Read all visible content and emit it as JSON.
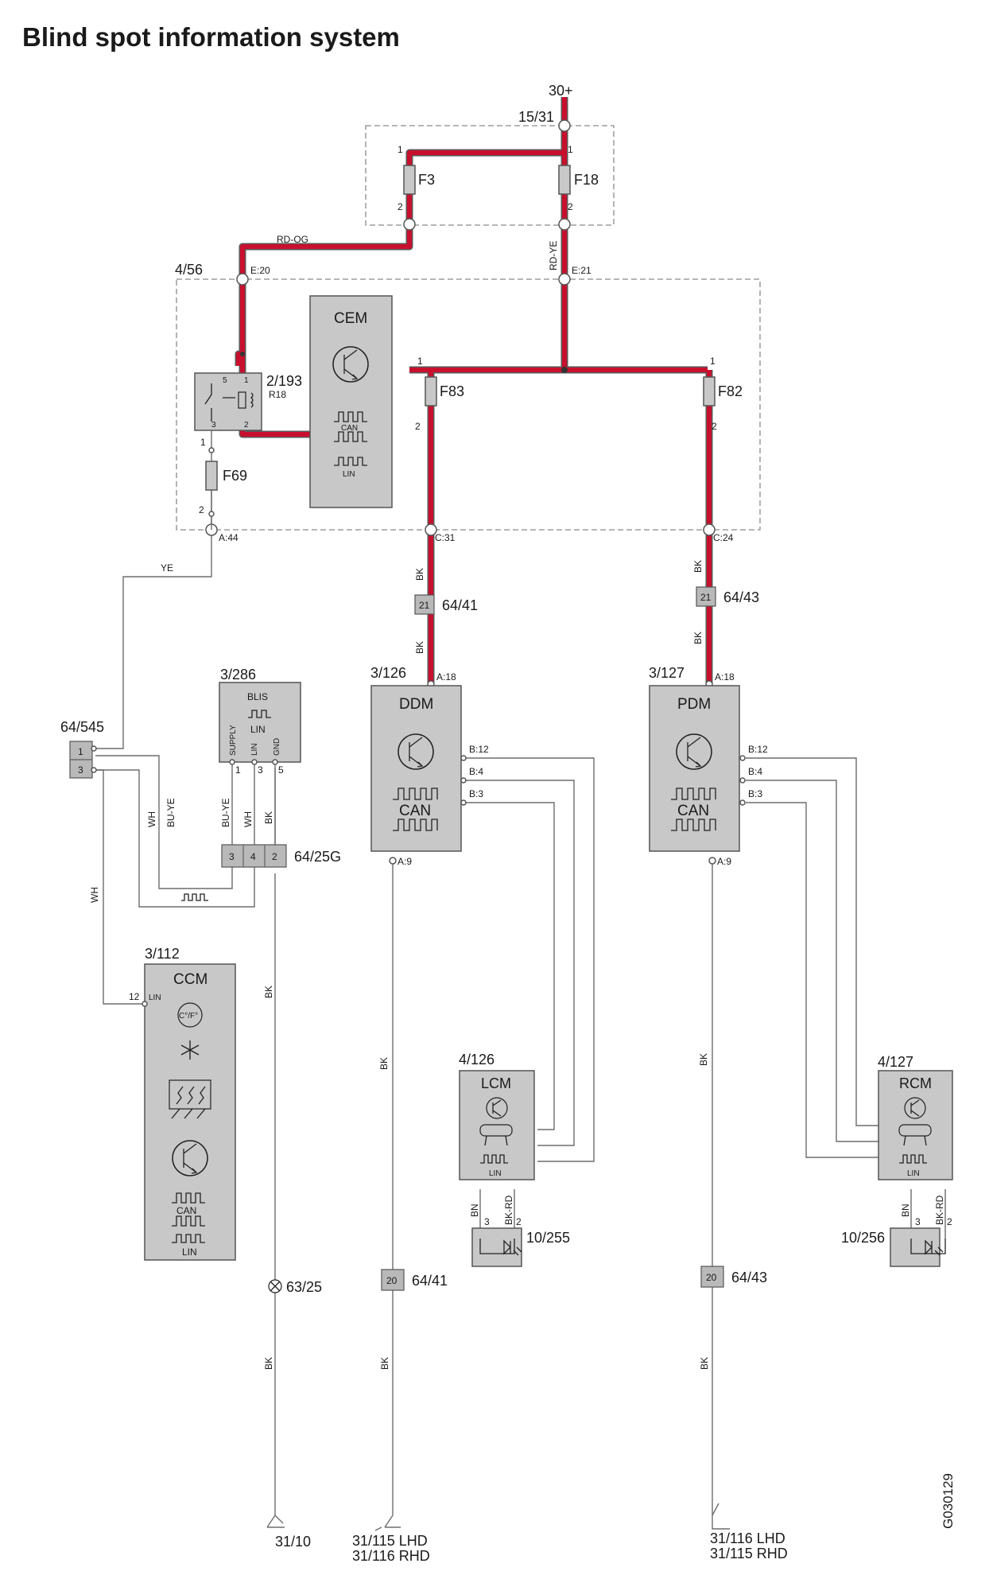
{
  "title": "Blind spot information system",
  "figure_id": "G030129",
  "supply": "30+",
  "connectors": {
    "c1531": "15/31",
    "c456": "4/56",
    "c2193": "2/193",
    "r18": "R18",
    "c3286": "3/286",
    "c64545": "64/545",
    "c6425g": "64/25G",
    "c3112": "3/112",
    "c3126": "3/126",
    "c3127": "3/127",
    "c4126": "4/126",
    "c4127": "4/127",
    "c10255": "10/255",
    "c10256": "10/256",
    "c6325": "63/25",
    "c6441a": "64/41",
    "c6443a": "64/43",
    "c6441b": "64/41",
    "c6443b": "64/43"
  },
  "fuses": {
    "f3": "F3",
    "f18": "F18",
    "f83": "F83",
    "f82": "F82",
    "f69": "F69"
  },
  "modules": {
    "cem": "CEM",
    "blis": "BLIS",
    "ccm": "CCM",
    "ddm": "DDM",
    "pdm": "PDM",
    "lcm": "LCM",
    "rcm": "RCM",
    "can": "CAN",
    "lin": "LIN",
    "blis_supply": "SUPPLY",
    "blis_lin": "LIN",
    "blis_gnd": "GND",
    "ccm_temp": "C°/F°"
  },
  "wire_colors": {
    "rd_og": "RD-OG",
    "rd_ye": "RD-YE",
    "ye": "YE",
    "bk": "BK",
    "wh": "WH",
    "bu_ye": "BU-YE",
    "bn": "BN",
    "bk_rd": "BK-RD"
  },
  "pins": {
    "one": "1",
    "two": "2",
    "three": "3",
    "four": "4",
    "five": "5",
    "twelve": "12",
    "twentyone": "21",
    "twenty": "20",
    "e20": "E:20",
    "e21": "E:21",
    "a44": "A:44",
    "c31": "C:31",
    "c24": "C:24",
    "a18": "A:18",
    "a9": "A:9",
    "b12": "B:12",
    "b4": "B:4",
    "b3": "B:3"
  },
  "grounds": {
    "g3110": "31/10",
    "g_ddm_1": "31/115 LHD",
    "g_ddm_2": "31/116 RHD",
    "g_pdm_1": "31/116 LHD",
    "g_pdm_2": "31/115 RHD"
  }
}
